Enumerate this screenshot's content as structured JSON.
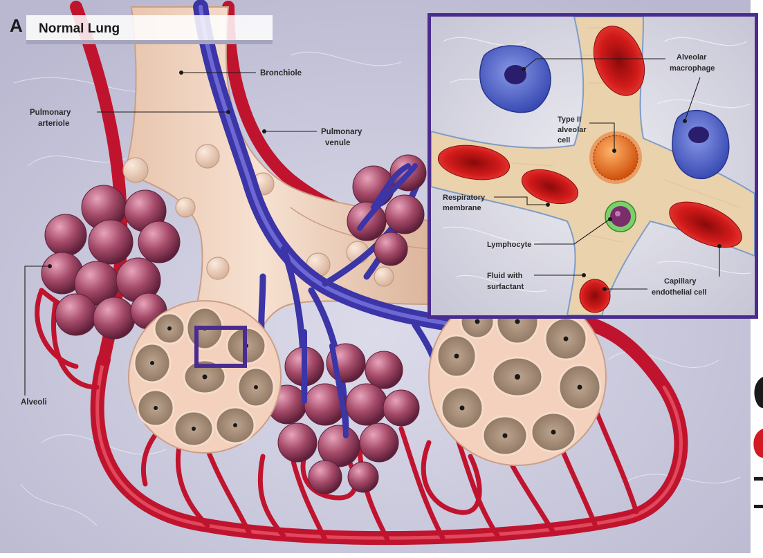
{
  "figure": {
    "panel_letter": "A",
    "panel_title": "Normal Lung"
  },
  "labels": {
    "bronchiole": "Bronchiole",
    "pulmonary_arteriole_1": "Pulmonary",
    "pulmonary_arteriole_2": "arteriole",
    "pulmonary_venule_1": "Pulmonary",
    "pulmonary_venule_2": "venule",
    "alveoli": "Alveoli"
  },
  "inset_labels": {
    "alveolar_macrophage_1": "Alveolar",
    "alveolar_macrophage_2": "macrophage",
    "type2_cell_1": "Type II",
    "type2_cell_2": "alveolar",
    "type2_cell_3": "cell",
    "respiratory_membrane_1": "Respiratory",
    "respiratory_membrane_2": "membrane",
    "lymphocyte": "Lymphocyte",
    "fluid_1": "Fluid with",
    "fluid_2": "surfactant",
    "capillary_endothelial_1": "Capillary",
    "capillary_endothelial_2": "endothelial  cell"
  },
  "colors": {
    "background": "#c9c8dc",
    "artery": "#c0142e",
    "vein": "#3b35a8",
    "airway": "#f2d6c2",
    "alveolus_cluster": "#a34a66",
    "inset_border": "#4a2c8f",
    "rbc": "#d11a1a",
    "macrophage": "#4a5fc9",
    "type2_cell": "#e8661a"
  }
}
